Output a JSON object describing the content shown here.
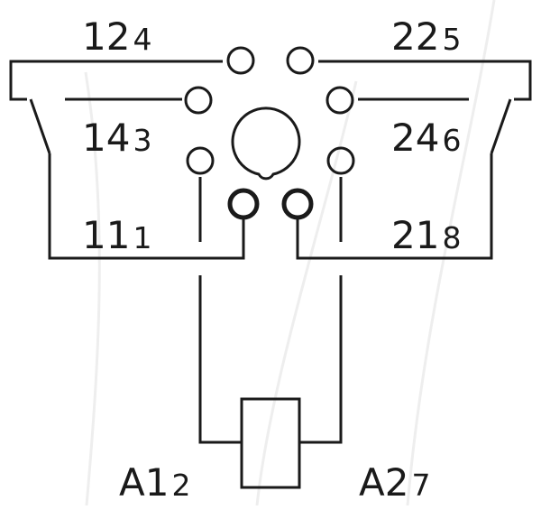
{
  "diagram": {
    "terminals": [
      {
        "main": "12",
        "sub": "4"
      },
      {
        "main": "22",
        "sub": "5"
      },
      {
        "main": "14",
        "sub": "3"
      },
      {
        "main": "24",
        "sub": "6"
      },
      {
        "main": "11",
        "sub": "1"
      },
      {
        "main": "21",
        "sub": "8"
      },
      {
        "main": "A1",
        "sub": "2"
      },
      {
        "main": "A2",
        "sub": "7"
      }
    ],
    "colors": {
      "line": "#1a1a1a",
      "watermark": "#eeeeee"
    }
  }
}
